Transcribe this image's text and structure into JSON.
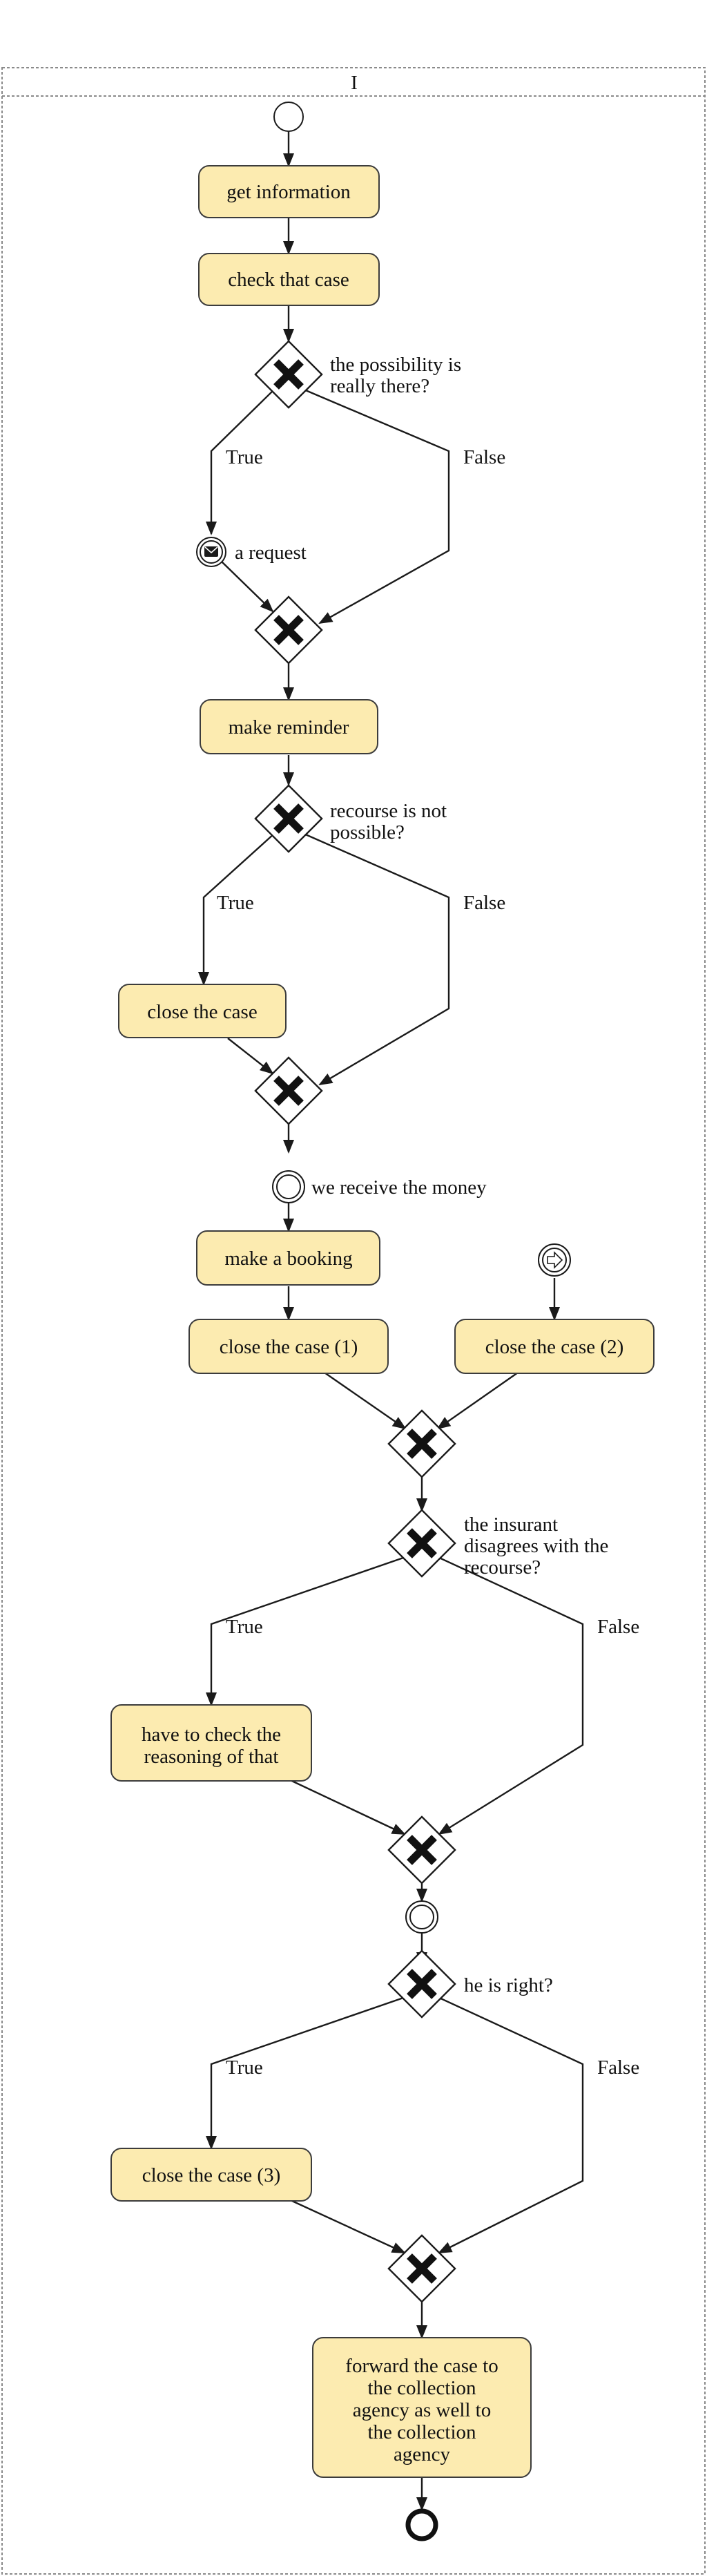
{
  "pool": {
    "name": "I"
  },
  "tasks": {
    "get_information": "get information",
    "check_that_case": "check that case",
    "make_reminder": "make reminder",
    "close_the_case": "close the case",
    "make_a_booking": "make a booking",
    "close_the_case_1": "close the case (1)",
    "close_the_case_2": "close the case (2)",
    "have_to_check": [
      "have to check the",
      "reasoning of that"
    ],
    "close_the_case_3": "close the case (3)",
    "forward_the_case": [
      "forward the case to",
      "the collection",
      "agency as well to",
      "the collection",
      "agency"
    ]
  },
  "gateways": {
    "g1": [
      "the possibility is",
      "really there?"
    ],
    "g2": [
      "recourse is not",
      "possible?"
    ],
    "g3": [
      "the insurant",
      "disagrees with the",
      "recourse?"
    ],
    "g4": [
      "he is right?"
    ]
  },
  "events": {
    "a_request": "a request",
    "we_receive_the_money": "we receive the money"
  },
  "flow_labels": {
    "true": "True",
    "false": "False"
  }
}
